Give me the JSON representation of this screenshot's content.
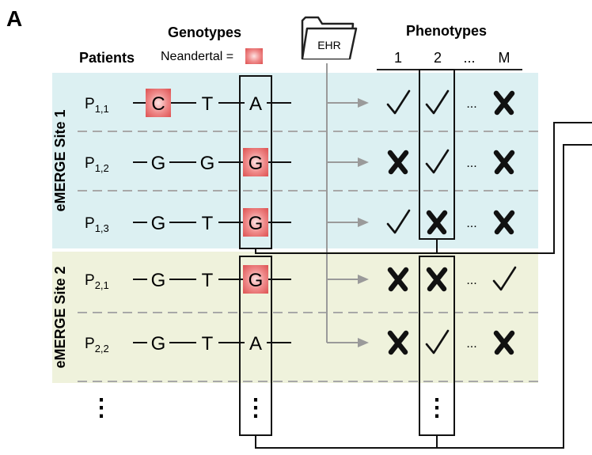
{
  "panel_label": "A",
  "headers": {
    "genotypes": "Genotypes",
    "phenotypes": "Phenotypes",
    "patients": "Patients",
    "neandertal_legend": "Neandertal =",
    "ehr": "EHR"
  },
  "phenotype_columns": [
    "1",
    "2",
    "...",
    "M"
  ],
  "sites": [
    {
      "label": "eMERGE Site 1",
      "color": "#dcf0f2"
    },
    {
      "label": "eMERGE Site 2",
      "color": "#eff2dc"
    }
  ],
  "neandertal_color": "#e05a5a",
  "patients": [
    {
      "base": "P",
      "sub": "1,1",
      "alleles": [
        "C",
        "T",
        "A"
      ],
      "neandertal": [
        true,
        false,
        false
      ],
      "phenotypes": [
        "check",
        "check",
        "...",
        "cross"
      ]
    },
    {
      "base": "P",
      "sub": "1,2",
      "alleles": [
        "G",
        "G",
        "G"
      ],
      "neandertal": [
        false,
        false,
        true
      ],
      "phenotypes": [
        "cross",
        "check",
        "...",
        "cross"
      ]
    },
    {
      "base": "P",
      "sub": "1,3",
      "alleles": [
        "G",
        "T",
        "G"
      ],
      "neandertal": [
        false,
        false,
        true
      ],
      "phenotypes": [
        "check",
        "cross",
        "...",
        "cross"
      ]
    },
    {
      "base": "P",
      "sub": "2,1",
      "alleles": [
        "G",
        "T",
        "G"
      ],
      "neandertal": [
        false,
        false,
        true
      ],
      "phenotypes": [
        "cross",
        "cross",
        "...",
        "check"
      ]
    },
    {
      "base": "P",
      "sub": "2,2",
      "alleles": [
        "G",
        "T",
        "A"
      ],
      "neandertal": [
        false,
        false,
        false
      ],
      "phenotypes": [
        "cross",
        "check",
        "...",
        "cross"
      ]
    }
  ],
  "ellipsis_vertical": "⋮"
}
